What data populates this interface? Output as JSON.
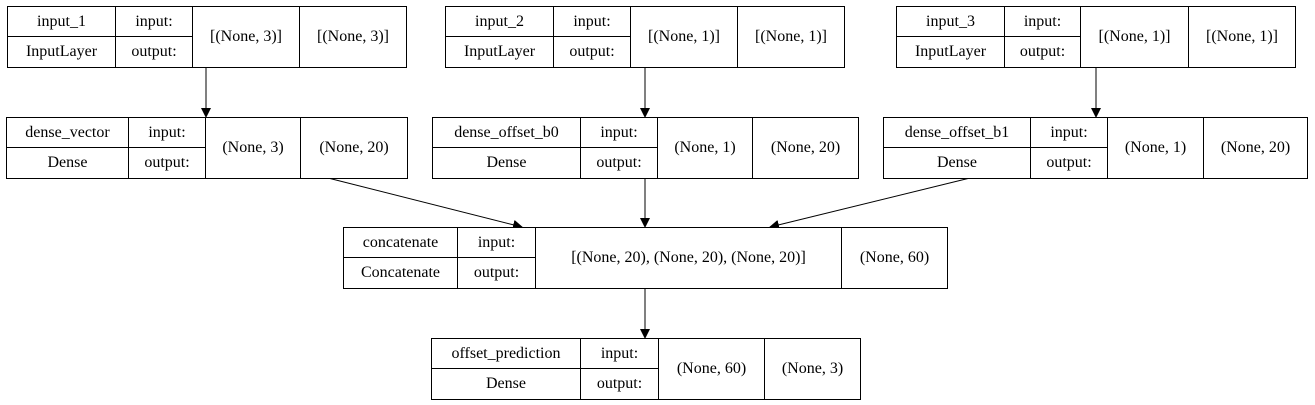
{
  "nodes": {
    "input_1": {
      "name": "input_1",
      "type": "InputLayer",
      "input_label": "input:",
      "output_label": "output:",
      "input_shape": "[(None, 3)]",
      "output_shape": "[(None, 3)]"
    },
    "input_2": {
      "name": "input_2",
      "type": "InputLayer",
      "input_label": "input:",
      "output_label": "output:",
      "input_shape": "[(None, 1)]",
      "output_shape": "[(None, 1)]"
    },
    "input_3": {
      "name": "input_3",
      "type": "InputLayer",
      "input_label": "input:",
      "output_label": "output:",
      "input_shape": "[(None, 1)]",
      "output_shape": "[(None, 1)]"
    },
    "dense_vector": {
      "name": "dense_vector",
      "type": "Dense",
      "input_label": "input:",
      "output_label": "output:",
      "input_shape": "(None, 3)",
      "output_shape": "(None, 20)"
    },
    "dense_offset_b0": {
      "name": "dense_offset_b0",
      "type": "Dense",
      "input_label": "input:",
      "output_label": "output:",
      "input_shape": "(None, 1)",
      "output_shape": "(None, 20)"
    },
    "dense_offset_b1": {
      "name": "dense_offset_b1",
      "type": "Dense",
      "input_label": "input:",
      "output_label": "output:",
      "input_shape": "(None, 1)",
      "output_shape": "(None, 20)"
    },
    "concatenate": {
      "name": "concatenate",
      "type": "Concatenate",
      "input_label": "input:",
      "output_label": "output:",
      "input_shape": "[(None, 20), (None, 20), (None, 20)]",
      "output_shape": "(None, 60)"
    },
    "offset_prediction": {
      "name": "offset_prediction",
      "type": "Dense",
      "input_label": "input:",
      "output_label": "output:",
      "input_shape": "(None, 60)",
      "output_shape": "(None, 3)"
    }
  },
  "edges": [
    {
      "from": "input_1",
      "to": "dense_vector"
    },
    {
      "from": "input_2",
      "to": "dense_offset_b0"
    },
    {
      "from": "input_3",
      "to": "dense_offset_b1"
    },
    {
      "from": "dense_vector",
      "to": "concatenate"
    },
    {
      "from": "dense_offset_b0",
      "to": "concatenate"
    },
    {
      "from": "dense_offset_b1",
      "to": "concatenate"
    },
    {
      "from": "concatenate",
      "to": "offset_prediction"
    }
  ]
}
